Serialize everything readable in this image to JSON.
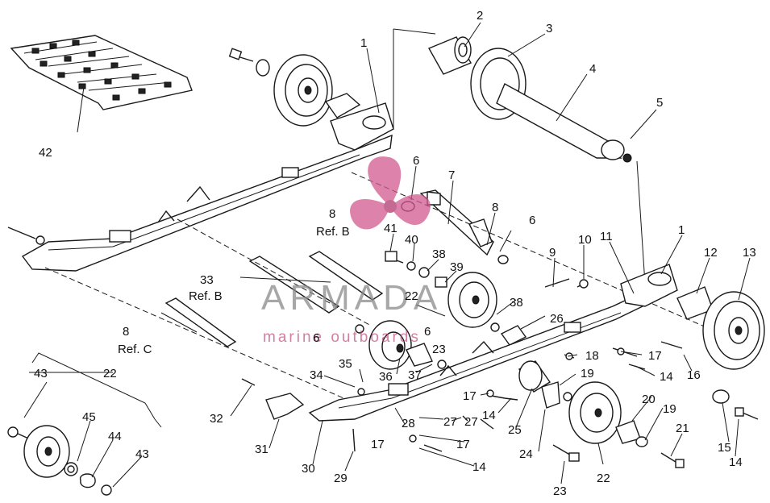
{
  "watermark": {
    "title": "ARMADA",
    "subtitle": "marine outboards",
    "logo_color": "#d25a8f",
    "text_color": "#8a8a8a"
  },
  "callouts": [
    {
      "id": "c1a",
      "text": "1"
    },
    {
      "id": "c2",
      "text": "2"
    },
    {
      "id": "c3",
      "text": "3"
    },
    {
      "id": "c4",
      "text": "4"
    },
    {
      "id": "c5",
      "text": "5"
    },
    {
      "id": "c42",
      "text": "42"
    },
    {
      "id": "c6a",
      "text": "6"
    },
    {
      "id": "c7",
      "text": "7"
    },
    {
      "id": "c8a",
      "text": "8"
    },
    {
      "id": "c6b",
      "text": "6"
    },
    {
      "id": "c8b",
      "text": "8"
    },
    {
      "id": "c41",
      "text": "41"
    },
    {
      "id": "c40",
      "text": "40"
    },
    {
      "id": "c38a",
      "text": "38"
    },
    {
      "id": "c39",
      "text": "39"
    },
    {
      "id": "c9",
      "text": "9"
    },
    {
      "id": "c10",
      "text": "10"
    },
    {
      "id": "c11",
      "text": "11"
    },
    {
      "id": "c1b",
      "text": "1"
    },
    {
      "id": "c12",
      "text": "12"
    },
    {
      "id": "c13",
      "text": "13"
    },
    {
      "id": "c33",
      "text": "33"
    },
    {
      "id": "c22a",
      "text": "22"
    },
    {
      "id": "c38b",
      "text": "38"
    },
    {
      "id": "c26",
      "text": "26"
    },
    {
      "id": "c8c",
      "text": "8"
    },
    {
      "id": "c6c",
      "text": "6"
    },
    {
      "id": "c6d",
      "text": "6"
    },
    {
      "id": "c23a",
      "text": "23"
    },
    {
      "id": "c17a",
      "text": "17"
    },
    {
      "id": "c18",
      "text": "18"
    },
    {
      "id": "c16",
      "text": "16"
    },
    {
      "id": "c14a",
      "text": "14"
    },
    {
      "id": "c35",
      "text": "35"
    },
    {
      "id": "c36",
      "text": "36"
    },
    {
      "id": "c37",
      "text": "37"
    },
    {
      "id": "c19a",
      "text": "19"
    },
    {
      "id": "c43a",
      "text": "43"
    },
    {
      "id": "c22b",
      "text": "22"
    },
    {
      "id": "c34",
      "text": "34"
    },
    {
      "id": "c17b",
      "text": "17"
    },
    {
      "id": "c14b",
      "text": "14"
    },
    {
      "id": "c20",
      "text": "20"
    },
    {
      "id": "c19b",
      "text": "19"
    },
    {
      "id": "c32",
      "text": "32"
    },
    {
      "id": "c27a",
      "text": "27"
    },
    {
      "id": "c28",
      "text": "28"
    },
    {
      "id": "c27b",
      "text": "27"
    },
    {
      "id": "c25",
      "text": "25"
    },
    {
      "id": "c15",
      "text": "15"
    },
    {
      "id": "c14c",
      "text": "14"
    },
    {
      "id": "c21",
      "text": "21"
    },
    {
      "id": "c45",
      "text": "45"
    },
    {
      "id": "c44",
      "text": "44"
    },
    {
      "id": "c17c",
      "text": "17"
    },
    {
      "id": "c17d",
      "text": "17"
    },
    {
      "id": "c24",
      "text": "24"
    },
    {
      "id": "c31",
      "text": "31"
    },
    {
      "id": "c30",
      "text": "30"
    },
    {
      "id": "c14d",
      "text": "14"
    },
    {
      "id": "c22c",
      "text": "22"
    },
    {
      "id": "c43b",
      "text": "43"
    },
    {
      "id": "c29",
      "text": "29"
    },
    {
      "id": "c23b",
      "text": "23"
    }
  ],
  "refs": [
    {
      "id": "r8b",
      "text": "Ref. B"
    },
    {
      "id": "r33",
      "text": "Ref. B"
    },
    {
      "id": "r8c",
      "text": "Ref. C"
    }
  ]
}
